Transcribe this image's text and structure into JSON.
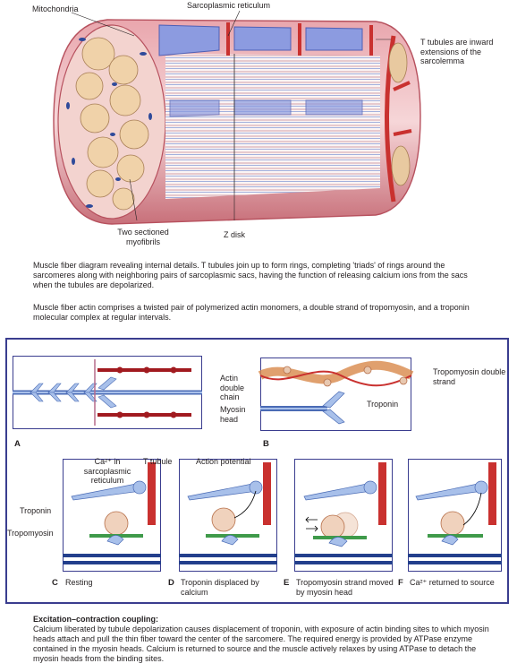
{
  "top_diagram": {
    "labels": {
      "mitochondria": "Mitochondria",
      "sarcoplasmic_reticulum": "Sarcoplasmic reticulum",
      "t_tubules": "T tubules are inward extensions of the sarcolemma",
      "two_sectioned": "Two sectioned myofibrils",
      "z_disk": "Z disk"
    }
  },
  "caption_1": "Muscle fiber diagram revealing internal details. T tubules join up to form rings, completing 'triads' of rings around the sarcomeres along with neighboring pairs of sarcoplasmic sacs, having the function of releasing calcium ions from the sacs when the tubules are depolarized.",
  "caption_2": "Muscle fiber actin comprises a twisted pair of polymerized actin monomers, a double strand of tropomyosin, and a troponin molecular complex at regular intervals.",
  "panels": {
    "a": {
      "letter": "A"
    },
    "b": {
      "letter": "B",
      "actin": "Actin double chain",
      "myosin": "Myosin head",
      "tropomyosin": "Tropomyosin double strand",
      "troponin": "Troponin"
    },
    "c": {
      "letter": "C",
      "caption": "Resting",
      "ca_label": "Ca²⁺ in sarcoplasmic reticulum",
      "t_tubule": "T tubule",
      "troponin": "Troponin",
      "tropomyosin": "Tropomyosin"
    },
    "d": {
      "letter": "D",
      "caption": "Troponin displaced by calcium",
      "action_potential": "Action potential"
    },
    "e": {
      "letter": "E",
      "caption": "Tropomyosin strand moved by myosin head"
    },
    "f": {
      "letter": "F",
      "caption": "Ca²⁺ returned to source"
    }
  },
  "bottom": {
    "heading": "Excitation–contraction coupling:",
    "text": "Calcium liberated by tubule depolarization causes displacement of troponin, with exposure of actin binding sites to which myosin heads attach and pull the thin fiber toward the center of the sarcomere. The required energy is provided by ATPase enzyme contained in the myosin heads. Calcium is returned to source and the muscle actively relaxes by using ATPase to detach the myosin heads from the binding sites."
  },
  "colors": {
    "sarcolemma": "#c8707a",
    "sarcolemma_light": "#f0c4c6",
    "reticulum": "#7f8fd6",
    "t_tubule": "#c9312f",
    "mitochondria": "#e8c9a0",
    "frame": "#3a3d8f",
    "myosin": "#4a6bb5",
    "actin": "#9fb8e3",
    "troponin": "#e8c8b0",
    "tropomyosin": "#3f9a4a"
  }
}
